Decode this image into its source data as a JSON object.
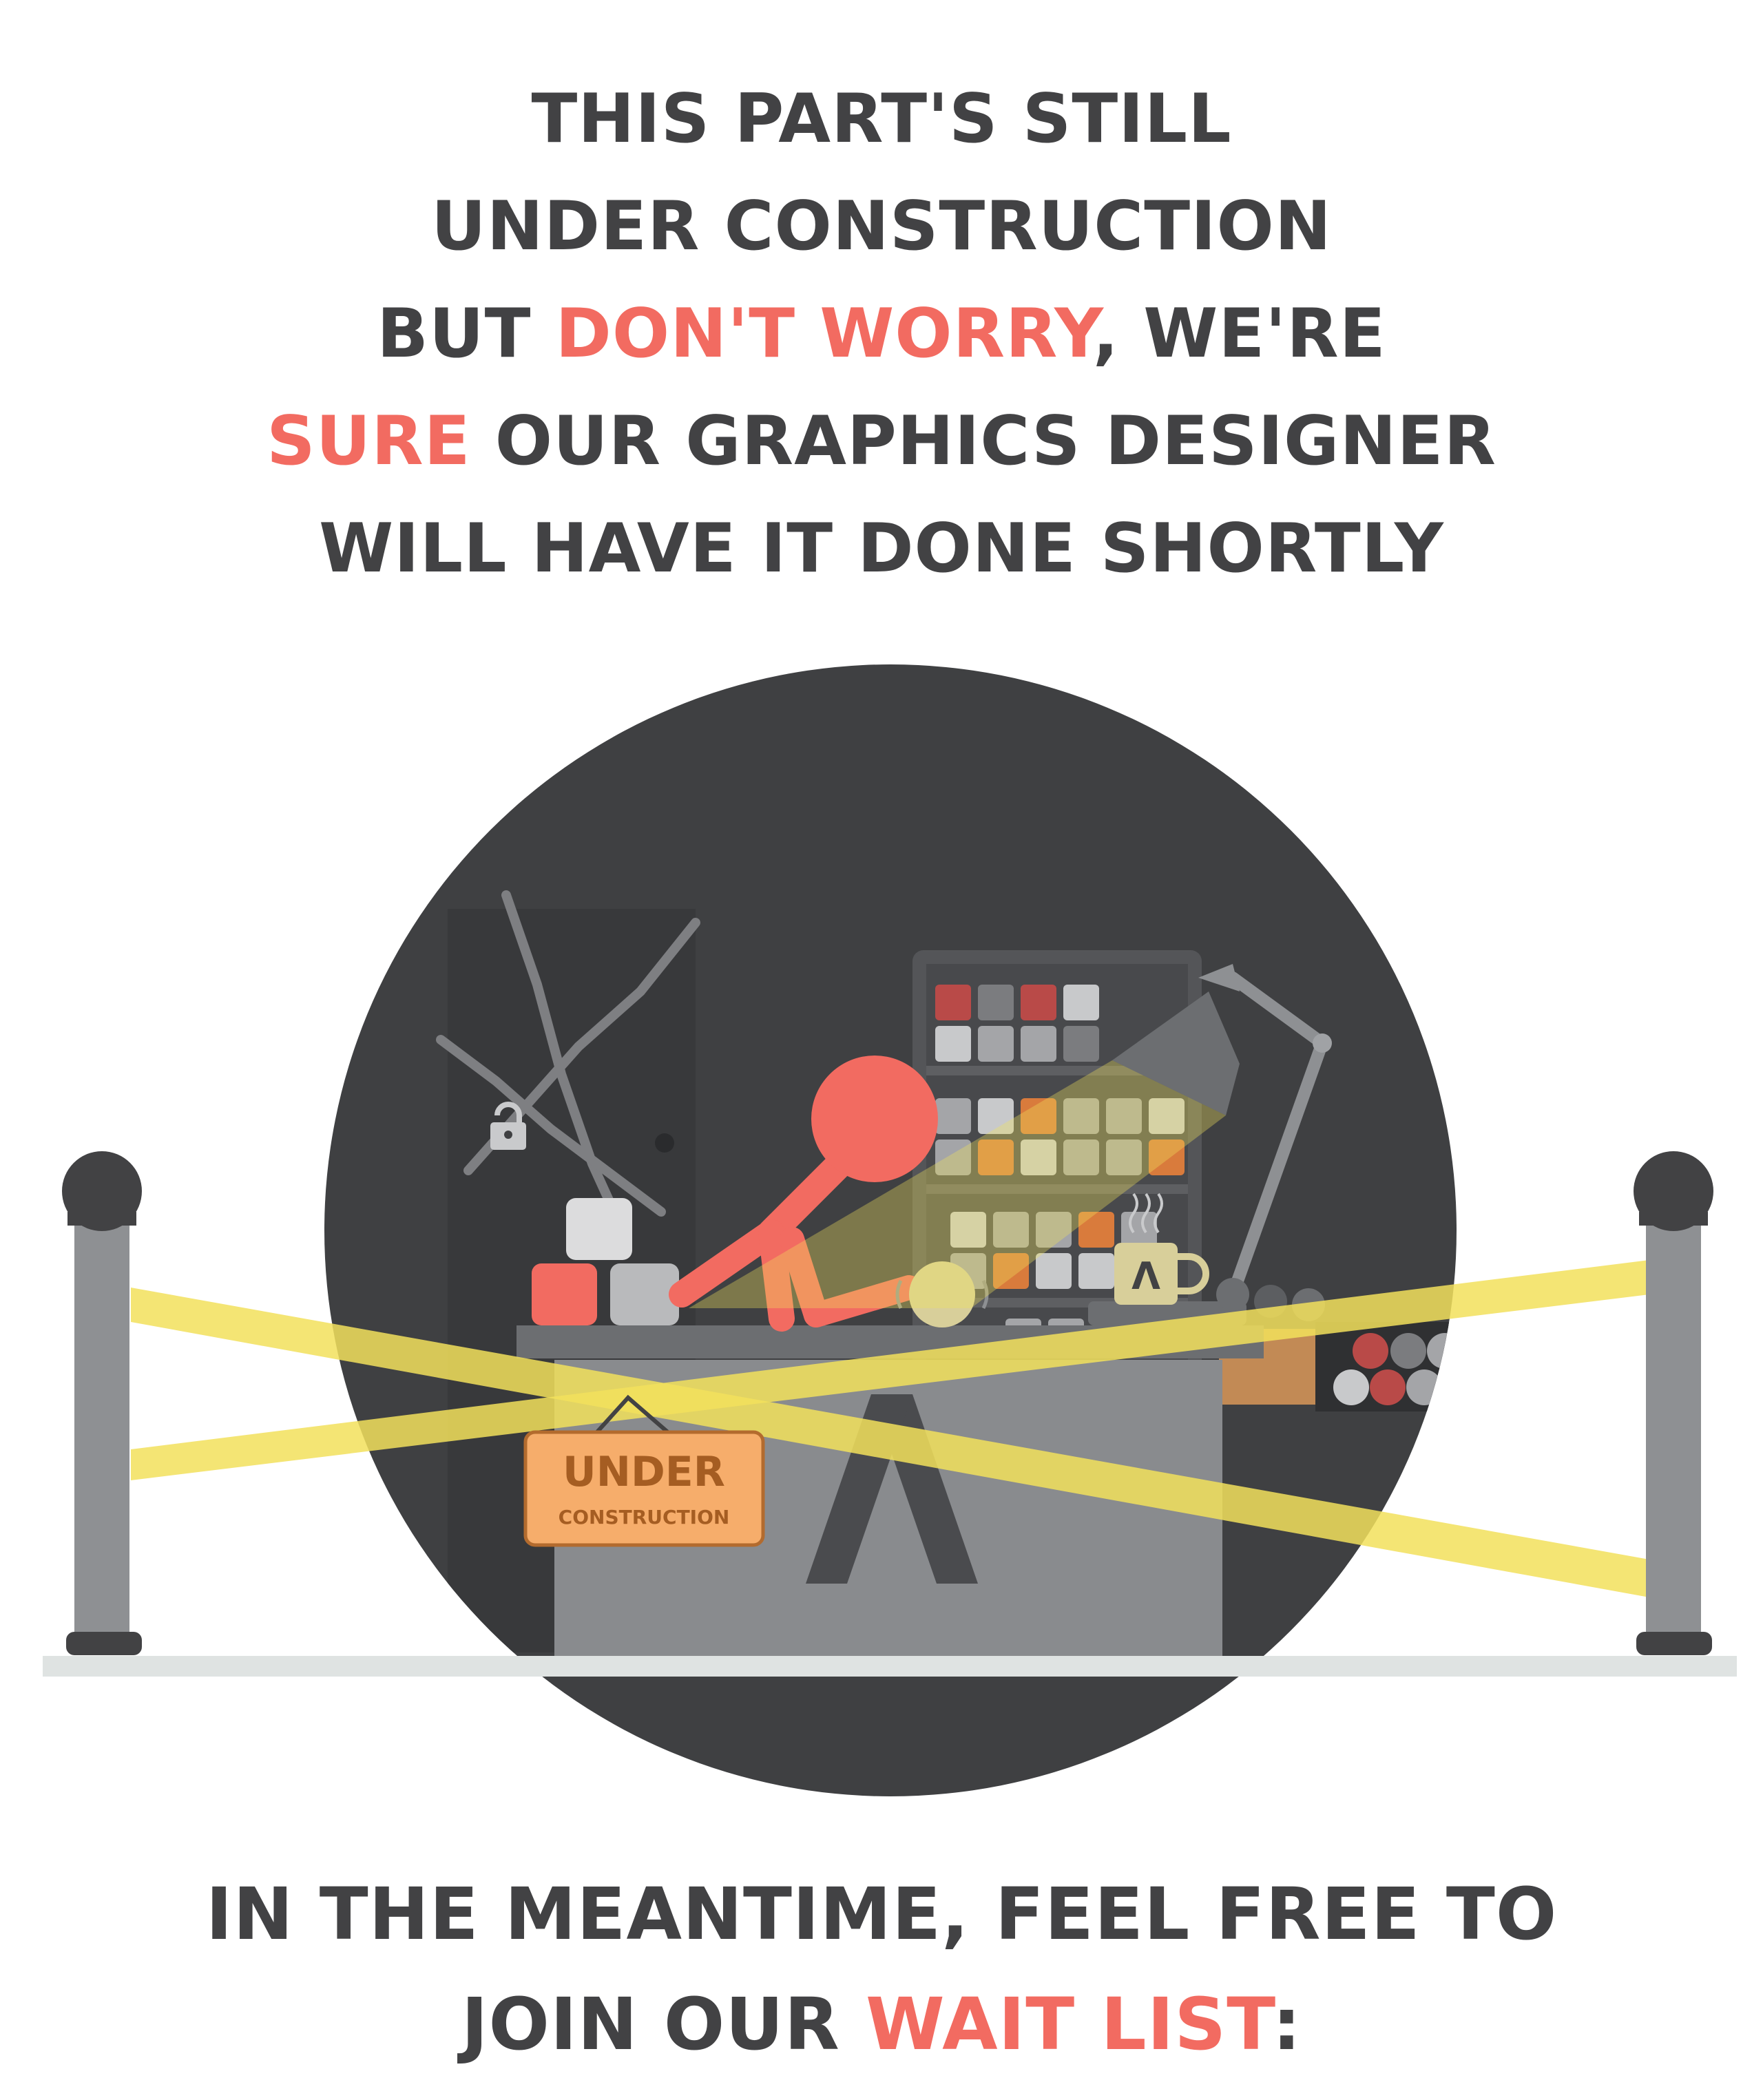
{
  "headline": {
    "line1": "THIS PART'S STILL",
    "line2": "UNDER CONSTRUCTION",
    "line3_a": "BUT ",
    "line3_b": "DON'T WORRY",
    "line3_c": ", WE'RE",
    "line4_a": "SURE",
    "line4_b": " OUR GRAPHICS DESIGNER",
    "line5": "WILL HAVE IT DONE SHORTLY"
  },
  "sign": {
    "title": "UNDER",
    "subtitle": "CONSTRUCTION"
  },
  "mug": {
    "logo": "Λ"
  },
  "footer": {
    "line1": "IN THE MEANTIME, FEEL FREE TO",
    "line2_a": "JOIN OUR ",
    "line2_b": "WAIT LIST",
    "line2_c": ":"
  },
  "colors": {
    "text": "#424244",
    "accent": "#f26b61",
    "circle": "#3f4042",
    "tape": "#f2e15c",
    "sign": "#f6ad6b"
  }
}
